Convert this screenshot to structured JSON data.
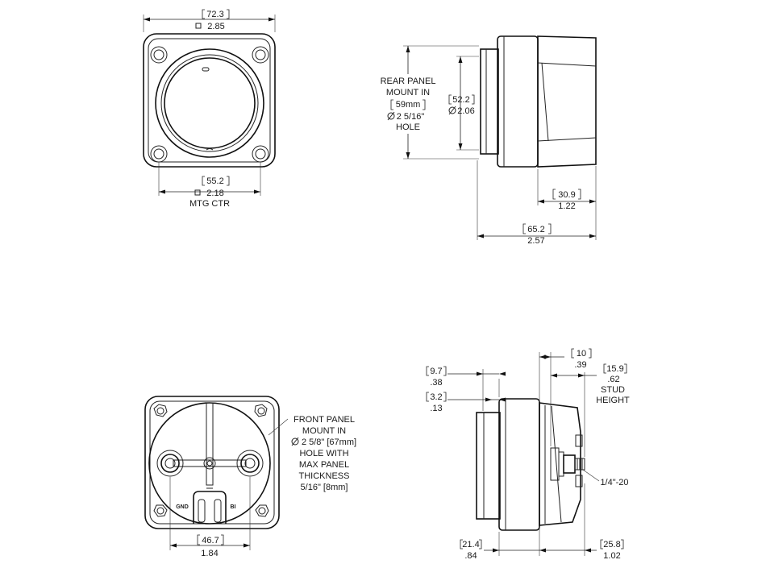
{
  "views": {
    "rear": {
      "width_mm": "72.3",
      "width_in": "2.85",
      "mtg_mm": "55.2",
      "mtg_in": "2.18",
      "mtg_label": "MTG CTR"
    },
    "side_top": {
      "rear_mount_lines": [
        "REAR PANEL",
        "MOUNT IN"
      ],
      "rear_mount_mm": "59mm",
      "rear_mount_in": "2 5/16\"",
      "rear_mount_hole": "HOLE",
      "dia_mm": "52.2",
      "dia_in": "2.06",
      "depth1_mm": "30.9",
      "depth1_in": "1.22",
      "depth2_mm": "65.2",
      "depth2_in": "2.57"
    },
    "front": {
      "note_line1": "FRONT PANEL",
      "note_line2": "MOUNT IN",
      "note_line3": "2 5/8\" [67mm]",
      "note_line4": "HOLE WITH",
      "note_line5": "MAX PANEL",
      "note_line6": "THICKNESS",
      "note_line7": "5/16\" [8mm]",
      "spacing_mm": "46.7",
      "spacing_in": "1.84",
      "label_gnd": "GND",
      "label_bi": "BI"
    },
    "side_bottom": {
      "d1_mm": "9.7",
      "d1_in": ".38",
      "d2_mm": "3.2",
      "d2_in": ".13",
      "d3_mm": "10",
      "d3_in": ".39",
      "stud_mm": "15.9",
      "stud_in": ".62",
      "stud_label1": "STUD",
      "stud_label2": "HEIGHT",
      "thread": "1/4\"-20",
      "d4_mm": "21.4",
      "d4_in": ".84",
      "d5_mm": "25.8",
      "d5_in": "1.02"
    }
  }
}
